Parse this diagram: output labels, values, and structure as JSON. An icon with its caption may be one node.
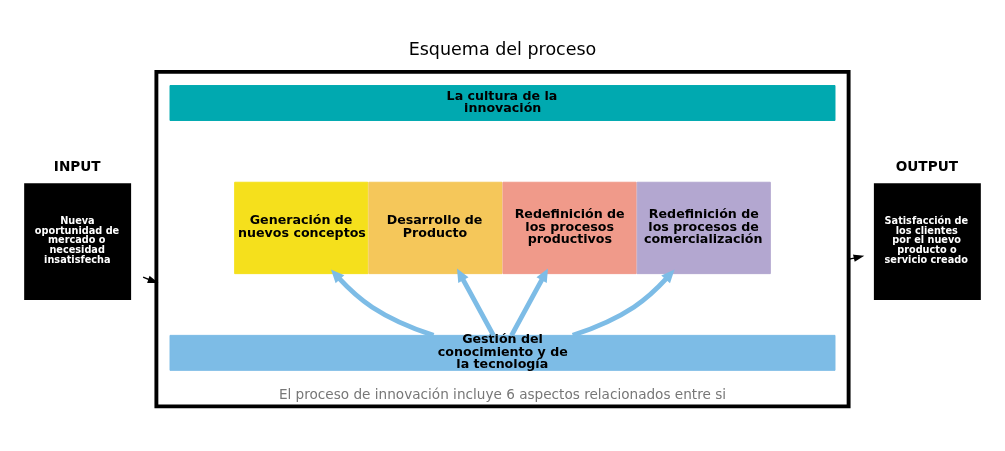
{
  "diagram": {
    "title": "Esquema del proceso",
    "nodes": [
      {
        "text": [
          "INPUT",
          "Nueva oportunidad de mercado o necesidad insatisfecha"
        ]
      },
      {
        "text": [
          "El proceso de innovación incluye 6 aspectos relacionados entre si"
        ]
      },
      {
        "text": [
          "La cultura de la innovación"
        ],
        "in": 1
      },
      {
        "text": [
          "Generación de nuevos conceptos"
        ],
        "in": 1
      },
      {
        "text": [
          "Desarrollo de Producto"
        ],
        "in": 1
      },
      {
        "text": [
          "Redefinición de los procesos productivos"
        ],
        "in": 1
      },
      {
        "text": [
          "Redefinición de los procesos de comercialización"
        ],
        "in": 1
      },
      {
        "text": [
          "Gestión del conocimiento y de la tecnología"
        ],
        "in": 1
      },
      {
        "text": [
          "OUTPUT",
          "Satisfacción de los clientes por el nuevo producto o servicio creado"
        ]
      }
    ],
    "edges": [
      {
        "from": 0,
        "to": 1,
        "arrow": "to",
        "color": "#000000"
      },
      {
        "from": 1,
        "to": 8,
        "arrow": "to",
        "color": "#000000"
      },
      {
        "from": 7,
        "to": 3,
        "arrow": "to"
      },
      {
        "from": 7,
        "to": 4,
        "arrow": "to"
      },
      {
        "from": 7,
        "to": 5,
        "arrow": "to"
      },
      {
        "from": 7,
        "to": 6,
        "arrow": "to"
      }
    ]
  }
}
